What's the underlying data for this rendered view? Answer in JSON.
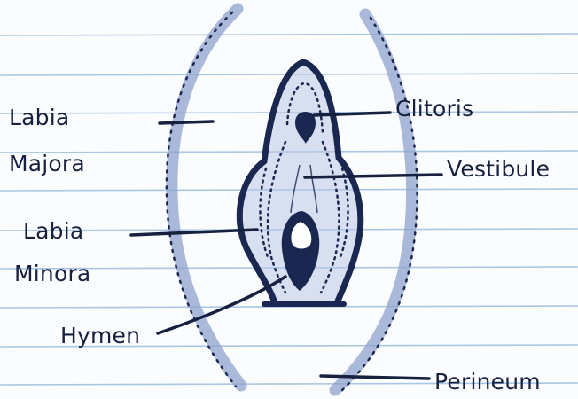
{
  "labels": {
    "labia_majora_line1": "Labia",
    "labia_majora_line2": "Majora",
    "labia_minora_line1": "Labia",
    "labia_minora_line2": "Minora",
    "hymen": "Hymen",
    "clitoris": "Clitoris",
    "vestibule": "Vestibule",
    "perineum": "Perineum"
  },
  "colors": {
    "ink": "#16203f",
    "outline": "#1a2750",
    "shading": "#8fa3cc",
    "notebook_rule": "#a9c6e4",
    "paper": "#fbfcfe"
  }
}
